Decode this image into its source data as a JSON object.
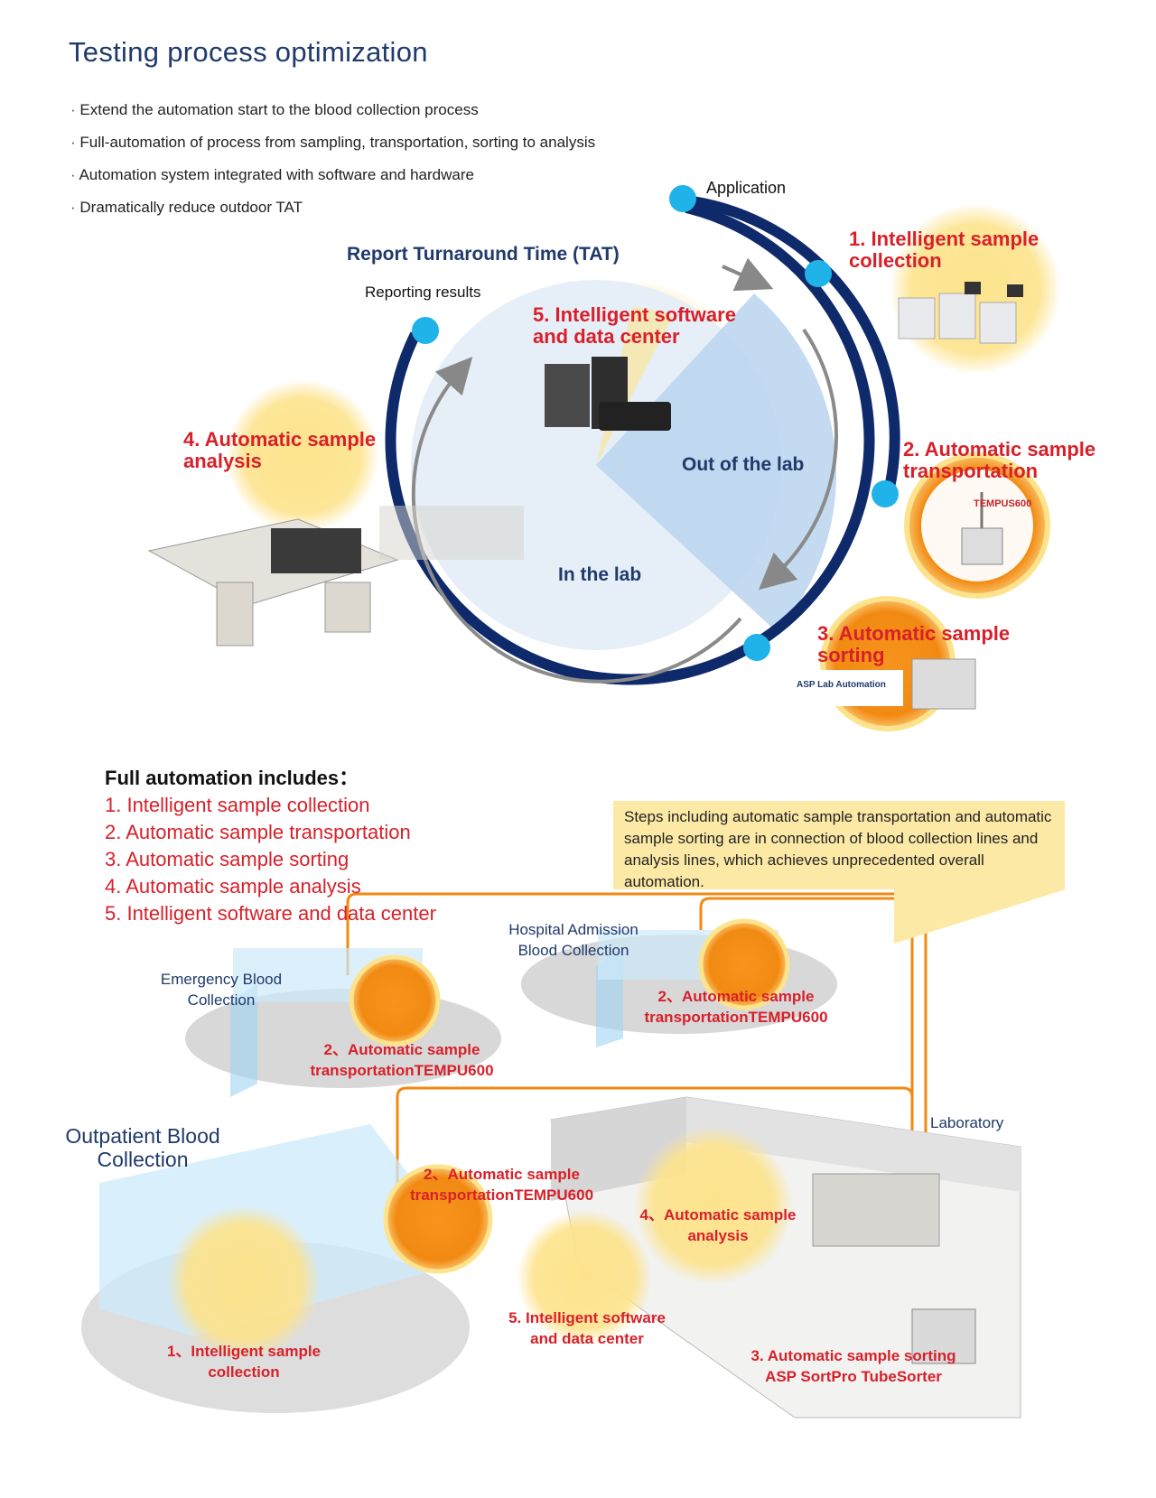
{
  "page": {
    "title": "Testing process optimization",
    "bullets": [
      "Extend the automation start to the blood collection process",
      "Full-automation of process from sampling, transportation, sorting to analysis",
      "Automation system integrated with software and hardware",
      "Dramatically reduce outdoor TAT"
    ]
  },
  "cycle": {
    "tat_title": "Report Turnaround Time (TAT)",
    "application_label": "Application",
    "reporting_label": "Reporting results",
    "out_of_lab": "Out of the lab",
    "in_the_lab": "In the lab",
    "steps": [
      {
        "line1": "1. Intelligent sample",
        "line2": "collection"
      },
      {
        "line1": "2. Automatic sample",
        "line2": "transportation",
        "brand": "TEMPUS600"
      },
      {
        "line1": "3. Automatic sample",
        "line2": "sorting",
        "brand": "ASP Lab Automation"
      },
      {
        "line1": "4. Automatic sample",
        "line2": "analysis"
      },
      {
        "line1": "5. Intelligent software",
        "line2": "and data center"
      }
    ]
  },
  "full_automation": {
    "heading": "Full automation includes：",
    "items": [
      "1. Intelligent sample collection",
      "2. Automatic sample transportation",
      "3. Automatic sample sorting",
      "4. Automatic sample analysis",
      "5. Intelligent software and data center"
    ]
  },
  "note": "Steps including automatic sample transportation and automatic sample sorting are in connection of blood collection lines and analysis lines, which achieves unprecedented overall automation.",
  "rooms": {
    "hospital_admission": {
      "line1": "Hospital Admission",
      "line2": "Blood Collection",
      "step1": "2、Automatic sample",
      "step2": "transportationTEMPU600"
    },
    "emergency": {
      "line1": "Emergency Blood",
      "line2": "Collection",
      "step1": "2、Automatic sample",
      "step2": "transportationTEMPU600"
    },
    "outpatient": {
      "line1": "Outpatient Blood",
      "line2": "Collection",
      "step1": "2、Automatic sample",
      "step2": "transportationTEMPU600",
      "collect1": "1、Intelligent sample",
      "collect2": "collection"
    },
    "laboratory": {
      "label": "Laboratory",
      "analysis1": "4、Automatic sample",
      "analysis2": "analysis",
      "software1": "5. Intelligent software",
      "software2": "and data center",
      "sorting1": "3. Automatic sample sorting",
      "sorting2": "ASP SortPro TubeSorter"
    }
  },
  "colors": {
    "navy": "#0f2a6b",
    "accent_red": "#d8202a",
    "orange": "#f28a12",
    "yellow": "#fde08a",
    "light_blue": "#c9def0"
  }
}
